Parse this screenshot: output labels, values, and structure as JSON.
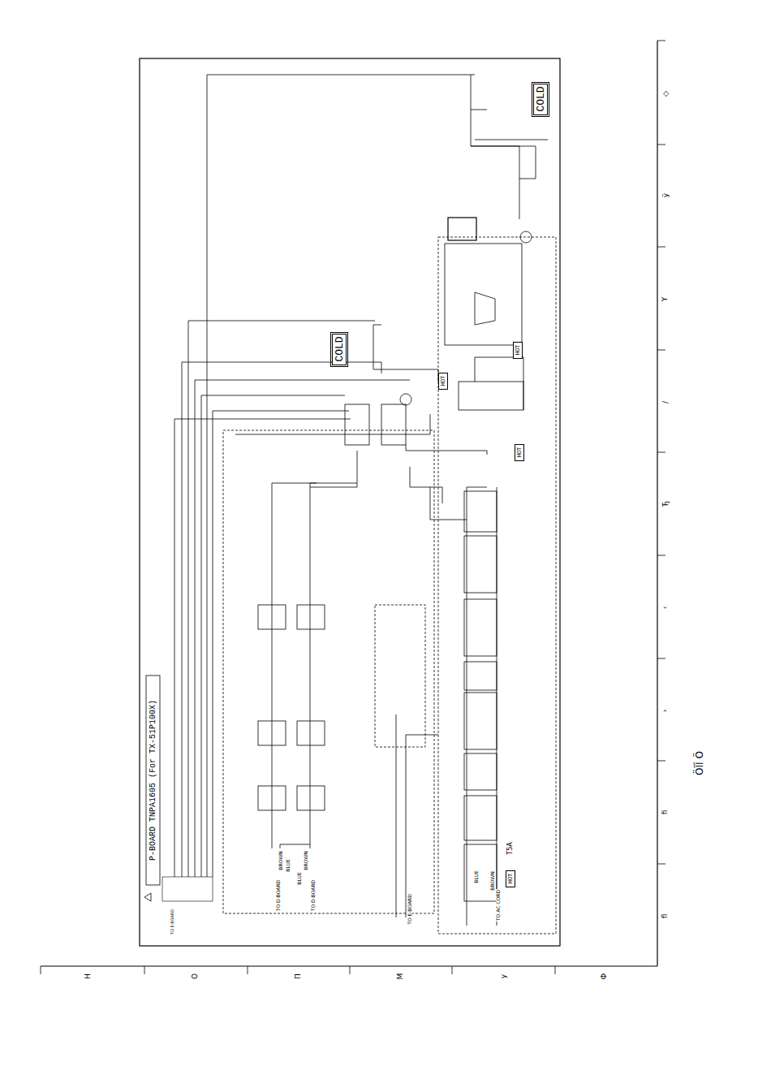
{
  "diagram": {
    "title": "P-BOARD TNPA1605 (For TX-51P100X)",
    "nodes": [
      {
        "text": [
          "COLD"
        ]
      },
      {
        "text": [
          "COLD"
        ]
      },
      {
        "text": [
          "HOT"
        ]
      },
      {
        "text": [
          "HOT"
        ]
      },
      {
        "text": [
          "HOT"
        ]
      },
      {
        "text": [
          "HOT"
        ]
      }
    ],
    "labels": [
      "BROWN",
      "BLUE",
      "TO D-BOARD",
      "BROWN",
      "BLUE",
      "TO D-BOARD",
      "TO E-BOARD",
      "BLUE",
      "BROWN",
      "TO AC CORD",
      "T5A",
      "TO E-BOARD",
      "◇",
      "ÿ",
      "Y",
      "/",
      "Ђ",
      "‹",
      "›",
      "fi",
      "fl",
      "H",
      "O",
      "П",
      "M",
      "y",
      "Ф",
      "ÖÏÎ Ö"
    ]
  }
}
